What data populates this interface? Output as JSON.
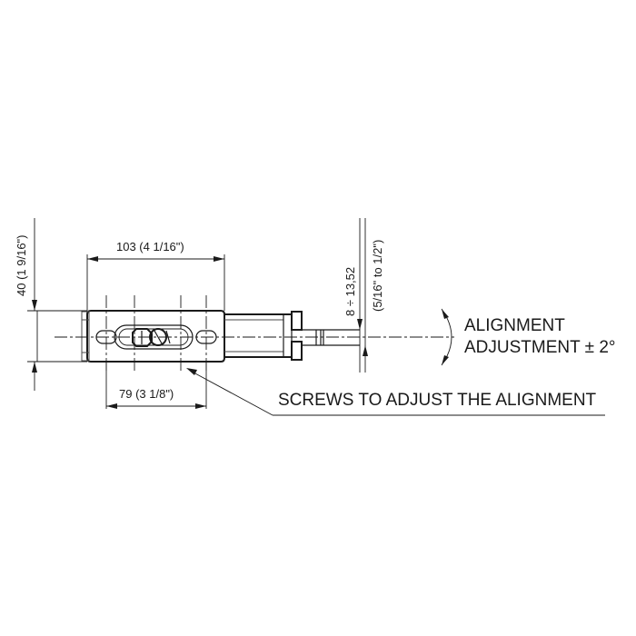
{
  "dimensions": {
    "height": "40 (1  9/16\")",
    "width_top": "103 (4  1/16\")",
    "width_bottom": "79 (3  1/8\")",
    "diameter": "8 ÷ 13,52",
    "diameter_in": "(5/16\" to 1/2\")"
  },
  "annotations": {
    "alignment_line1": "ALIGNMENT",
    "alignment_line2": "ADJUSTMENT ± 2°",
    "screws": "SCREWS TO ADJUST THE ALIGNMENT"
  }
}
